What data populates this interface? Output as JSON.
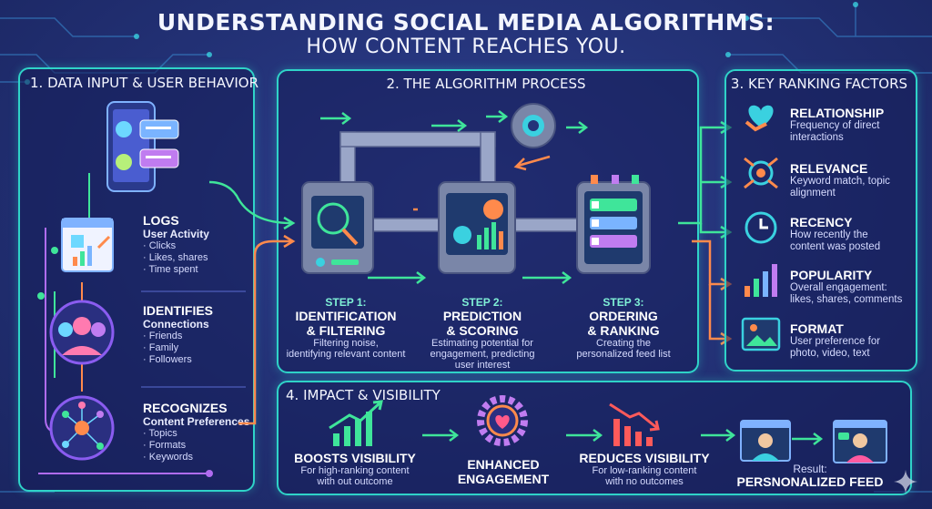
{
  "title": {
    "line1": "UNDERSTANDING SOCIAL MEDIA ALGORITHMS:",
    "line2": "HOW CONTENT REACHES YOU."
  },
  "colors": {
    "background": "#243379",
    "panel_border": "#2fd3c8",
    "arrow_green": "#3fe59a",
    "arrow_orange": "#ff8a4c",
    "accent_purple": "#b06cf0"
  },
  "panel1": {
    "heading": "1. DATA INPUT & USER BEHAVIOR",
    "groups": [
      {
        "title": "LOGS",
        "subtitle": "User Activity",
        "bullets": [
          "Clicks",
          "Likes, shares",
          "Time spent"
        ]
      },
      {
        "title": "IDENTIFIES",
        "subtitle": "Connections",
        "bullets": [
          "Friends",
          "Family",
          "Followers"
        ]
      },
      {
        "title": "RECOGNIZES",
        "subtitle": "Content Preferences",
        "bullets": [
          "Topics",
          "Formats",
          "Keywords"
        ]
      }
    ]
  },
  "panel2": {
    "heading": "2. THE ALGORITHM PROCESS",
    "steps": [
      {
        "num": "STEP 1:",
        "title_line1": "IDENTIFICATION",
        "title_line2": "& FILTERING",
        "desc_line1": "Filtering noise,",
        "desc_line2": "identifying relevant content",
        "desc_line3": ""
      },
      {
        "num": "STEP 2:",
        "title_line1": "PREDICTION",
        "title_line2": "& SCORING",
        "desc_line1": "Estimating potential for",
        "desc_line2": "engagement, predicting",
        "desc_line3": "user interest"
      },
      {
        "num": "STEP 3:",
        "title_line1": "ORDERING",
        "title_line2": "& RANKING",
        "desc_line1": "Creating the",
        "desc_line2": "personalized feed list",
        "desc_line3": ""
      }
    ]
  },
  "panel3": {
    "heading": "3. KEY RANKING FACTORS",
    "factors": [
      {
        "title": "RELATIONSHIP",
        "desc_line1": "Frequency of direct",
        "desc_line2": "interactions",
        "icon": "handshake-heart-icon"
      },
      {
        "title": "RELEVANCE",
        "desc_line1": "Keyword match, topic",
        "desc_line2": "alignment",
        "icon": "target-arrows-icon"
      },
      {
        "title": "RECENCY",
        "desc_line1": "How recently the",
        "desc_line2": "content was posted",
        "icon": "clock-icon"
      },
      {
        "title": "POPULARITY",
        "desc_line1": "Overall engagement:",
        "desc_line2": "likes, shares, comments",
        "icon": "bar-chart-icon"
      },
      {
        "title": "FORMAT",
        "desc_line1": "User preference for",
        "desc_line2": "photo, video, text",
        "icon": "image-icon"
      }
    ]
  },
  "panel4": {
    "heading": "4. IMPACT & VISIBILITY",
    "items": [
      {
        "title": "BOOSTS VISIBILITY",
        "desc_line1": "For high-ranking content",
        "desc_line2": "with out outcome"
      },
      {
        "title_line1": "ENHANCED",
        "title_line2": "ENGAGEMENT"
      },
      {
        "title": "REDUCES VISIBILITY",
        "desc_line1": "For low-ranking content",
        "desc_line2": "with no outcomes"
      }
    ],
    "result_label": "Result:",
    "result_title": "PERSNONALIZED FEED"
  }
}
